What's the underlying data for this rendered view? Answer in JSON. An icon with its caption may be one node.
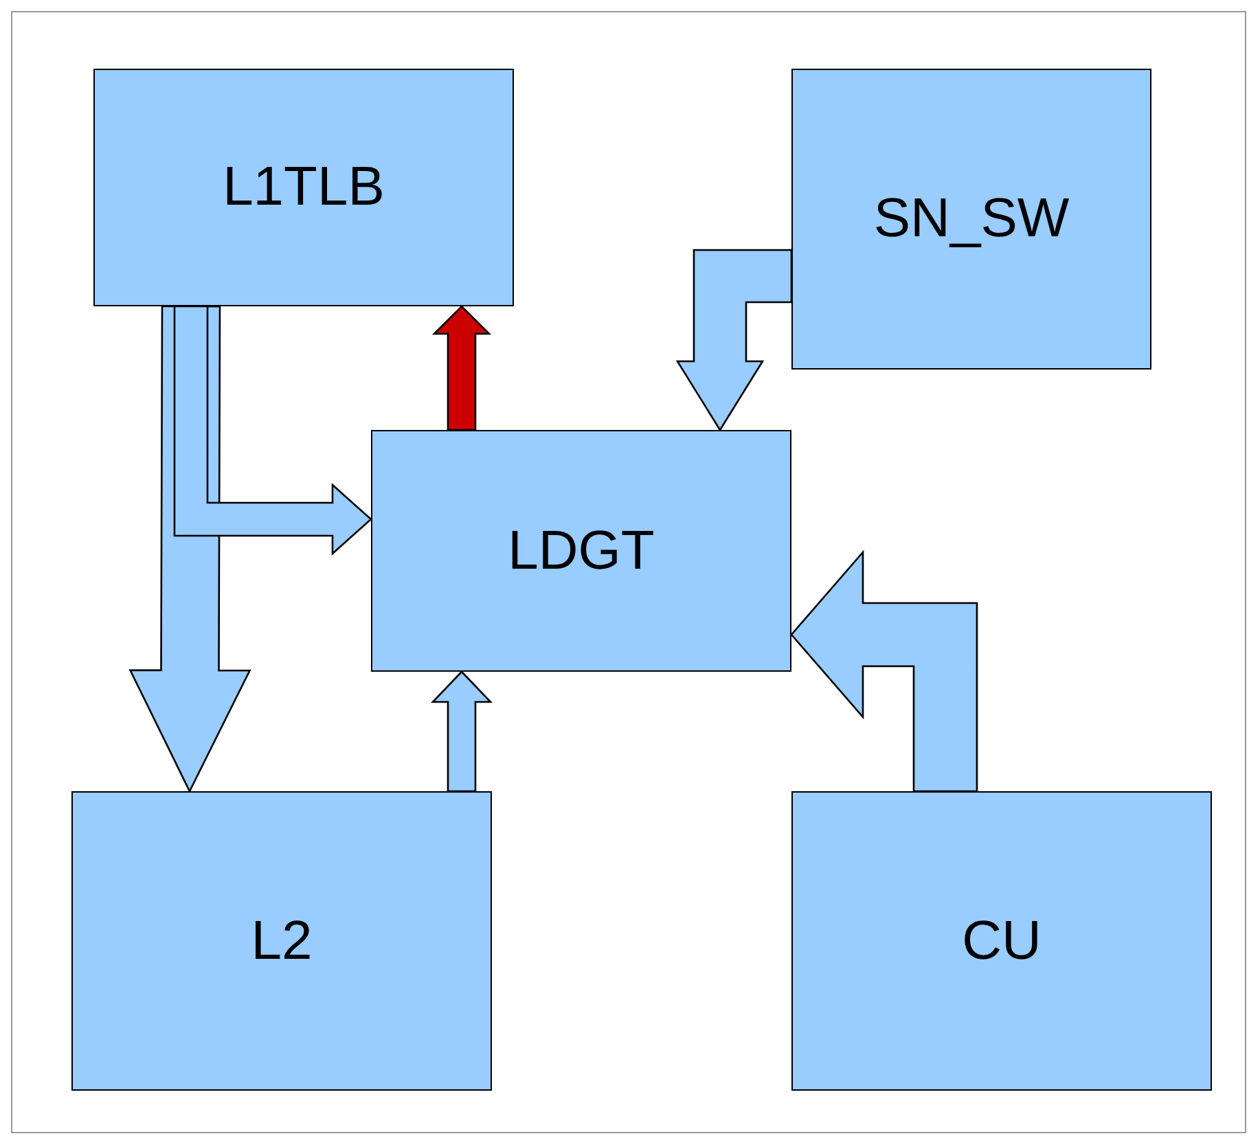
{
  "diagram": {
    "nodes": [
      {
        "text": [
          "L1TLB"
        ]
      },
      {
        "text": [
          "SN_SW"
        ]
      },
      {
        "text": [
          "LDGT"
        ]
      },
      {
        "text": [
          "L2"
        ]
      },
      {
        "text": [
          "CU"
        ]
      }
    ],
    "edges": [
      {
        "from": 0,
        "to": 3,
        "arrow": "to",
        "style": "thick"
      },
      {
        "from": 0,
        "to": 2,
        "arrow": "to",
        "style": "thick"
      },
      {
        "from": 2,
        "to": 0,
        "arrow": "to",
        "style": "thick",
        "color": "#cc0000"
      },
      {
        "from": 1,
        "to": 2,
        "arrow": "to",
        "style": "thick"
      },
      {
        "from": 3,
        "to": 2,
        "arrow": "to",
        "style": "thick"
      },
      {
        "from": 4,
        "to": 2,
        "arrow": "to",
        "style": "thick"
      }
    ]
  }
}
